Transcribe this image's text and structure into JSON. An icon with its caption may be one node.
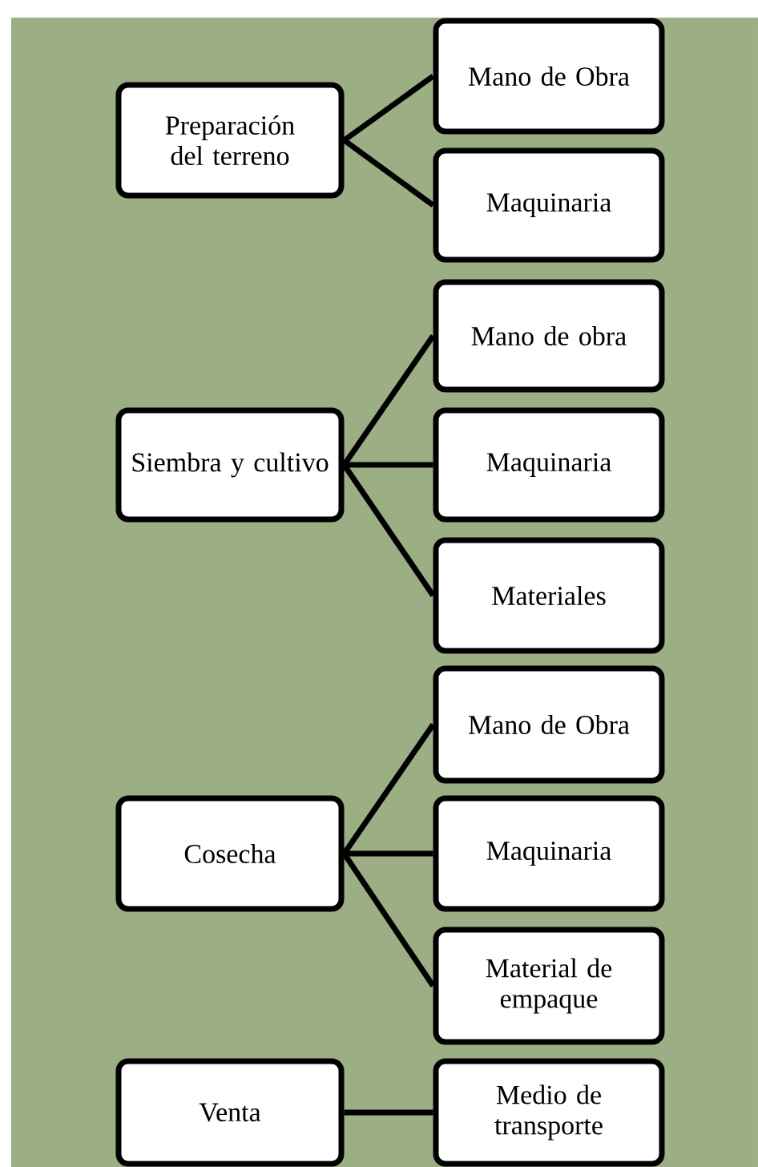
{
  "diagram": {
    "nodes": [
      {
        "text": [
          "Preparación del terreno"
        ]
      },
      {
        "text": [
          "Mano de Obra"
        ]
      },
      {
        "text": [
          "Maquinaria"
        ]
      },
      {
        "text": [
          "Siembra y cultivo"
        ]
      },
      {
        "text": [
          "Mano de obra"
        ]
      },
      {
        "text": [
          "Maquinaria"
        ]
      },
      {
        "text": [
          "Materiales"
        ]
      },
      {
        "text": [
          "Cosecha"
        ]
      },
      {
        "text": [
          "Mano de Obra"
        ]
      },
      {
        "text": [
          "Maquinaria"
        ]
      },
      {
        "text": [
          "Material de empaque"
        ]
      },
      {
        "text": [
          "Venta"
        ]
      },
      {
        "text": [
          "Medio de transporte"
        ]
      }
    ],
    "edges": [
      {
        "from": 0,
        "to": 1,
        "arrow": "none"
      },
      {
        "from": 0,
        "to": 2,
        "arrow": "none"
      },
      {
        "from": 3,
        "to": 4,
        "arrow": "none"
      },
      {
        "from": 3,
        "to": 5,
        "arrow": "none"
      },
      {
        "from": 3,
        "to": 6,
        "arrow": "none"
      },
      {
        "from": 7,
        "to": 8,
        "arrow": "none"
      },
      {
        "from": 7,
        "to": 9,
        "arrow": "none"
      },
      {
        "from": 7,
        "to": 10,
        "arrow": "none"
      },
      {
        "from": 11,
        "to": 12,
        "arrow": "none"
      }
    ]
  }
}
